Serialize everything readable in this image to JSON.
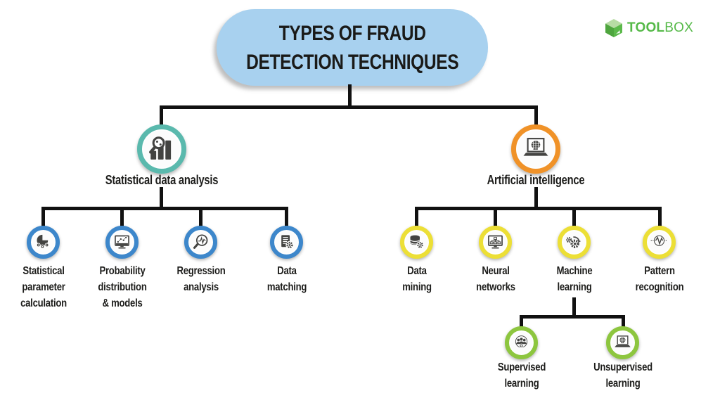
{
  "title": {
    "text": "TYPES OF FRAUD\nDETECTION TECHNIQUES",
    "bg_color": "#a8d1ef"
  },
  "logo": {
    "brand_bold": "TOOL",
    "brand_light": "BOX",
    "color": "#55b948",
    "icon": "cube-icon"
  },
  "colors": {
    "title_bg": "#a8d1ef",
    "branch_statistical_ring": "#5ab9ad",
    "branch_ai_ring": "#f09228",
    "statistical_children_ring": "#3d87cb",
    "ai_children_ring": "#ecdf36",
    "ml_children_ring": "#8dc63f",
    "connector_line": "#111111",
    "logo_green": "#55b948",
    "icon_dark": "#434341"
  },
  "tree": {
    "branches": [
      {
        "label": "Statistical data analysis",
        "icon": "bar-chart-magnifier-icon",
        "ring_color": "#5ab9ad",
        "children": [
          {
            "label": "Statistical\nparameter\ncalculation",
            "icon": "pie-chart-people-icon",
            "ring_color": "#3d87cb"
          },
          {
            "label": "Probability\ndistribution\n& models",
            "icon": "monitor-scatter-icon",
            "ring_color": "#3d87cb"
          },
          {
            "label": "Regression\nanalysis",
            "icon": "magnifier-wave-icon",
            "ring_color": "#3d87cb"
          },
          {
            "label": "Data\nmatching",
            "icon": "document-gear-icon",
            "ring_color": "#3d87cb"
          }
        ]
      },
      {
        "label": "Artificial intelligence",
        "icon": "laptop-ai-head-icon",
        "ring_color": "#f09228",
        "children": [
          {
            "label": "Data\nmining",
            "icon": "database-gear-icon",
            "ring_color": "#ecdf36"
          },
          {
            "label": "Neural\nnetworks",
            "icon": "monitor-network-icon",
            "ring_color": "#ecdf36"
          },
          {
            "label": "Machine\nlearning",
            "icon": "gears-arrow-icon",
            "ring_color": "#ecdf36",
            "children": [
              {
                "label": "Supervised\nlearning",
                "icon": "people-plus-icon",
                "ring_color": "#8dc63f"
              },
              {
                "label": "Unsupervised\nlearning",
                "icon": "laptop-ai-head-icon",
                "ring_color": "#8dc63f"
              }
            ]
          },
          {
            "label": "Pattern\nrecognition",
            "icon": "wave-circle-icon",
            "ring_color": "#ecdf36"
          }
        ]
      }
    ]
  }
}
